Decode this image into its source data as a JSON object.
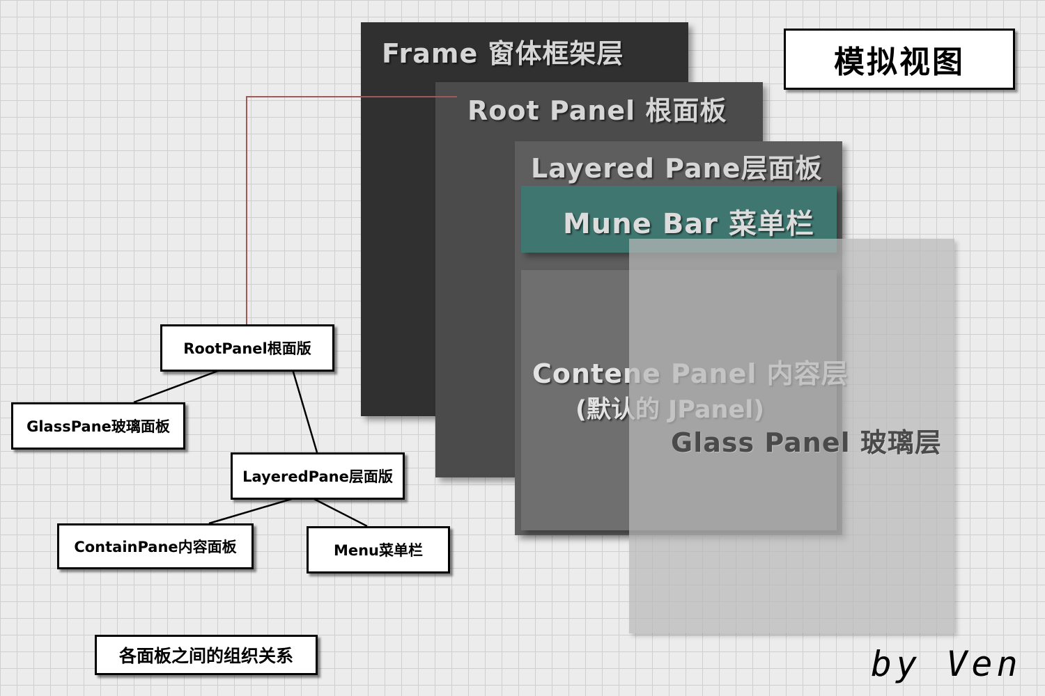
{
  "layers": {
    "frame": "Frame 窗体框架层",
    "root_panel": "Root Panel 根面板",
    "layered_pane": "Layered Pane层面板",
    "menu_bar": "Mune Bar 菜单栏",
    "content_panel": "Contene Panel 内容层",
    "content_panel_sub": "(默认的 JPanel)",
    "glass_panel": "Glass Panel 玻璃层"
  },
  "title": "模拟视图",
  "tree": {
    "root": "RootPanel根面版",
    "glass": "GlassPane玻璃面板",
    "layered": "LayeredPane层面版",
    "contain": "ContainPane内容面板",
    "menu": "Menu菜单栏"
  },
  "caption": "各面板之间的组织关系",
  "signature": "by Ven",
  "colors": {
    "frame": "#303030",
    "root_panel": "#4b4b4b",
    "layered_pane": "#5e5e5e",
    "menu_bar": "#3f7770",
    "content_panel": "#6f6f6f",
    "glass_panel": "#b9b9b9",
    "connector": "#a05a55"
  }
}
